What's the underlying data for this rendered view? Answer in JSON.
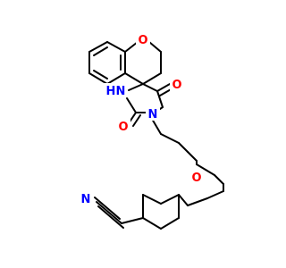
{
  "molecule": {
    "colors": {
      "carbon": "#000000",
      "oxygen": "#ff0000",
      "nitrogen": "#0000ff",
      "background": "#ffffff"
    },
    "atoms": {
      "o_chroman": "O",
      "nh_imide": "H",
      "n_imide_nh": "N",
      "o_carbonyl_right": "O",
      "o_carbonyl_left": "O",
      "n_imide": "N",
      "o_ether": "O",
      "n_nitrile": "N"
    }
  }
}
